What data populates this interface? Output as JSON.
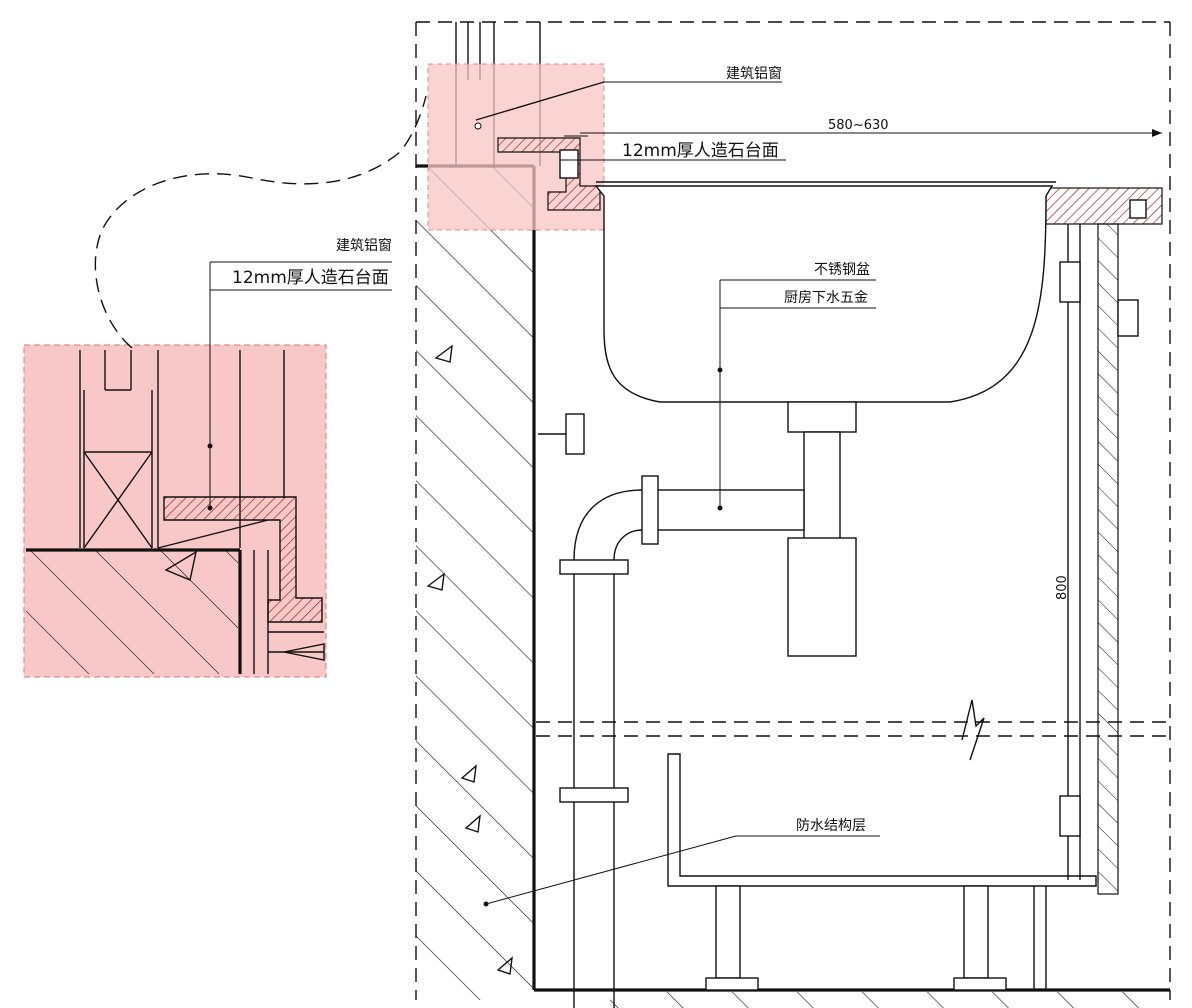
{
  "labels": {
    "window_main": "建筑铝窗",
    "countertop_main": "12mm厚人造石台面",
    "width_dim": "580~630",
    "sink": "不锈钢盆",
    "drain": "厨房下水五金",
    "height_dim": "800",
    "waterproof": "防水结构层",
    "window_detail": "建筑铝窗",
    "countertop_detail": "12mm厚人造石台面"
  },
  "colors": {
    "highlight": "#f8c4c4",
    "highlight_border": "#e88a8a",
    "line": "#111111",
    "hatch_stone": "#c8504a"
  }
}
